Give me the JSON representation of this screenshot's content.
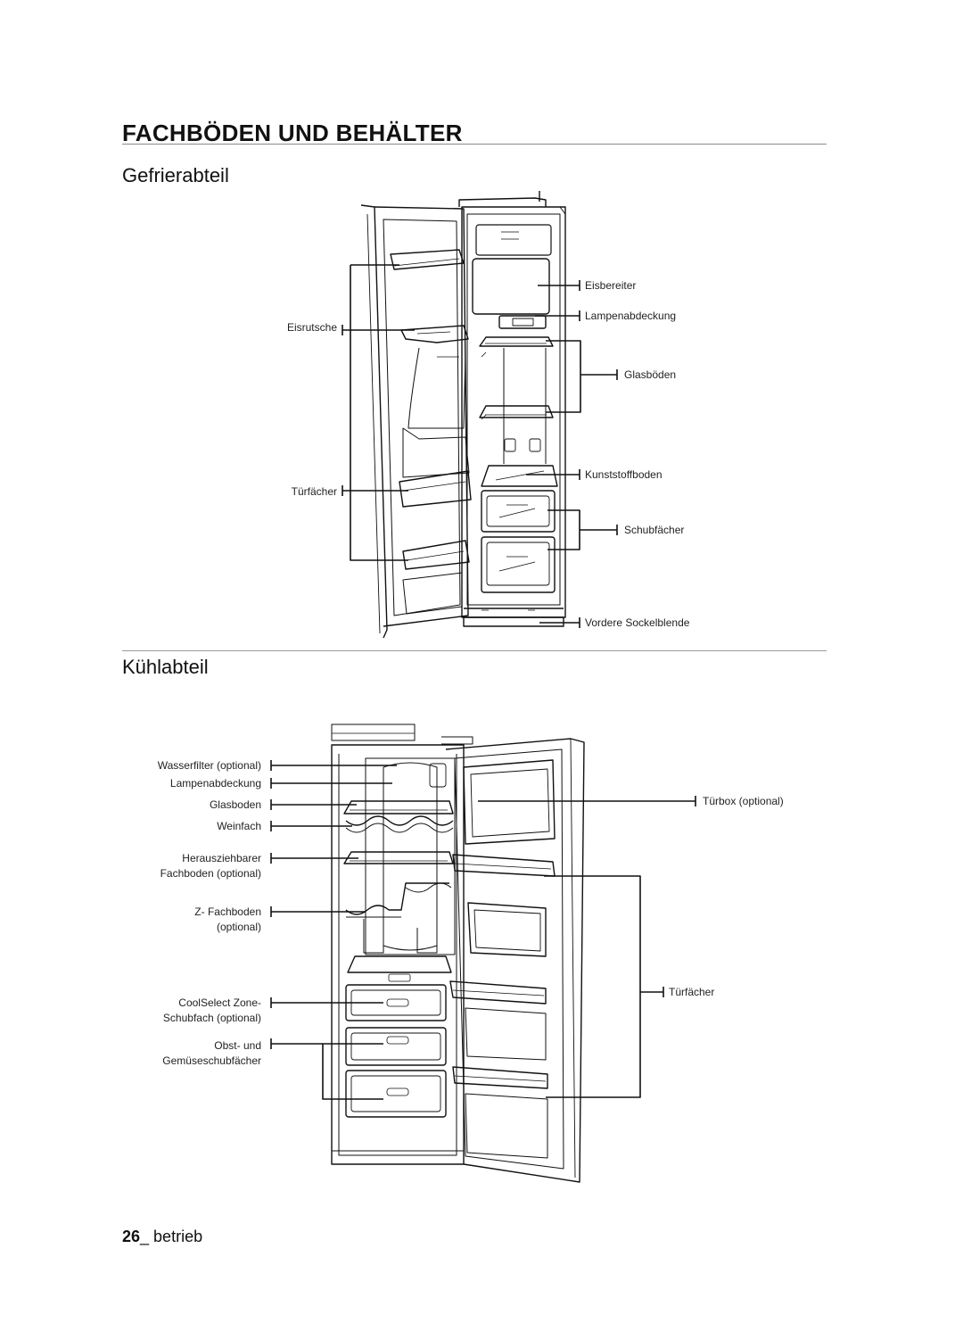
{
  "page": {
    "title": "FACHBÖDEN UND BEHÄLTER",
    "page_number": "26",
    "section_word": "betrieb"
  },
  "freezer": {
    "heading": "Gefrierabteil",
    "labels": {
      "ice_chute": "Eisrutsche",
      "door_bins": "Türfächer",
      "ice_maker": "Eisbereiter",
      "lamp_cover": "Lampenabdeckung",
      "glass_shelves": "Glasböden",
      "plastic_shelf": "Kunststoffboden",
      "drawers": "Schubfächer",
      "front_plinth": "Vordere Sockelblende"
    }
  },
  "fridge": {
    "heading": "Kühlabteil",
    "labels": {
      "water_filter": "Wasserfilter (optional)",
      "lamp_cover": "Lampenabdeckung",
      "glass_shelf": "Glasboden",
      "wine_rack": "Weinfach",
      "slide_shelf_1": "Herausziehbarer",
      "slide_shelf_2": "Fachboden (optional)",
      "z_shelf_1": "Z- Fachboden",
      "z_shelf_2": "(optional)",
      "coolselect_1": "CoolSelect Zone-",
      "coolselect_2": "Schubfach (optional)",
      "crisper_1": "Obst- und",
      "crisper_2": "Gemüseschubfächer",
      "tur_box": "Türbox (optional)",
      "door_bins": "Türfächer"
    }
  },
  "colors": {
    "line": "#111111",
    "rule": "#8a8a8a"
  }
}
